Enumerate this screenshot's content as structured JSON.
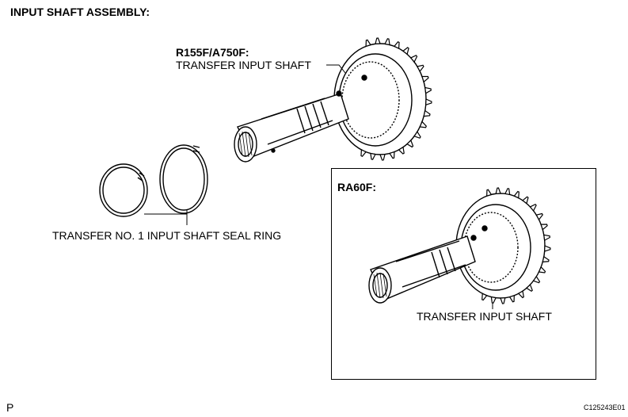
{
  "title": "INPUT SHAFT ASSEMBLY:",
  "main_shaft": {
    "model_label": "R155F/A750F:",
    "part_label": "TRANSFER INPUT SHAFT"
  },
  "seal_ring": {
    "part_label": "TRANSFER NO. 1 INPUT SHAFT SEAL RING"
  },
  "inset": {
    "model_label": "RA60F:",
    "part_label": "TRANSFER INPUT SHAFT"
  },
  "footer": {
    "page_mark": "P",
    "figure_code": "C125243E01"
  }
}
